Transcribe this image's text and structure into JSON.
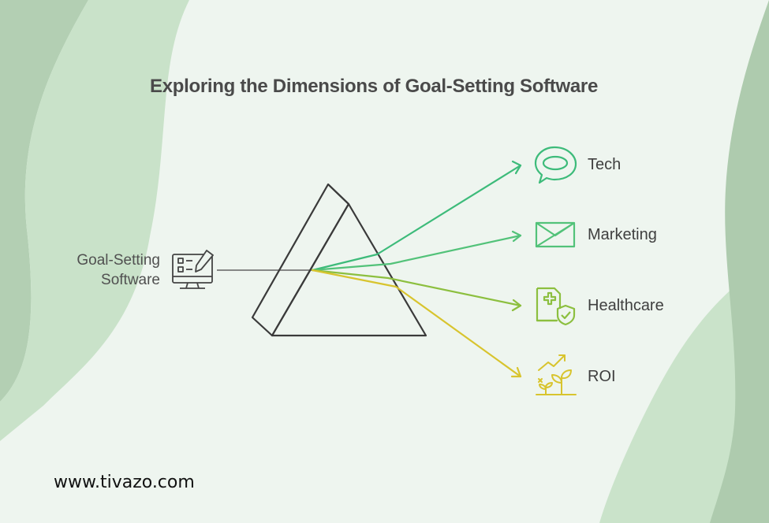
{
  "title": "Exploring the Dimensions of Goal-Setting Software",
  "source": {
    "label_line1": "Goal-Setting",
    "label_line2": "Software",
    "icon": "computer-checklist-pencil-icon"
  },
  "outputs": [
    {
      "label": "Tech",
      "icon": "speech-bubble-icon",
      "color": "#3dbb7a"
    },
    {
      "label": "Marketing",
      "icon": "envelope-icon",
      "color": "#52c279"
    },
    {
      "label": "Healthcare",
      "icon": "medical-shield-icon",
      "color": "#8cbf3f"
    },
    {
      "label": "ROI",
      "icon": "growing-plant-icon",
      "color": "#d8c42e"
    }
  ],
  "watermark": "www.tivazo.com",
  "colors": {
    "background": "#eef5ef",
    "shape_light": "#c6e0c6",
    "shape_dark": "#a9c8a9",
    "prism_stroke": "#3a3a3a"
  }
}
